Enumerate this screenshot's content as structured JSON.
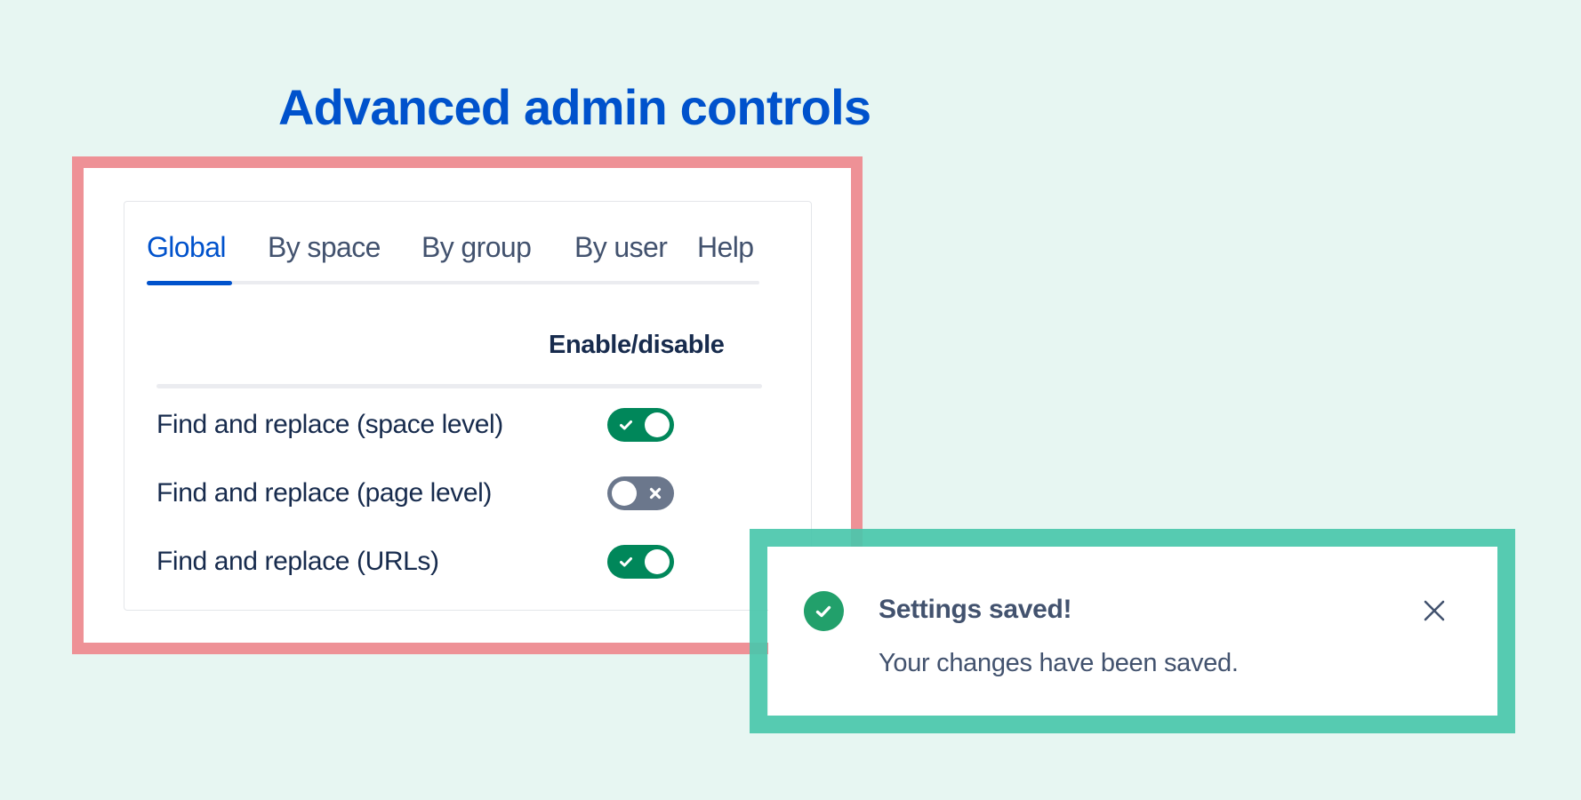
{
  "header": {
    "title": "Advanced admin controls"
  },
  "tabs": [
    {
      "label": "Global",
      "active": true
    },
    {
      "label": "By space",
      "active": false
    },
    {
      "label": "By group",
      "active": false
    },
    {
      "label": "By user",
      "active": false
    },
    {
      "label": "Help",
      "active": false
    }
  ],
  "table": {
    "column_header": "Enable/disable",
    "rows": [
      {
        "label": "Find and replace (space level)",
        "enabled": true,
        "toggle_icon": "check-icon"
      },
      {
        "label": "Find and replace (page level)",
        "enabled": false,
        "toggle_icon": "cross-icon"
      },
      {
        "label": "Find and replace (URLs)",
        "enabled": true,
        "toggle_icon": "check-icon"
      }
    ]
  },
  "flag": {
    "icon": "success-check-icon",
    "title": "Settings saved!",
    "body": "Your changes have been saved.",
    "close_icon": "close-icon"
  },
  "colors": {
    "background": "#E7F6F2",
    "title": "#0052CC",
    "highlight_frame_settings": "#EE9196",
    "highlight_frame_flag": "#57C9B1",
    "toggle_on": "#00875A",
    "toggle_off": "#6B778C",
    "success": "#22A06B",
    "text_primary": "#172B4D",
    "text_secondary": "#42526E"
  }
}
